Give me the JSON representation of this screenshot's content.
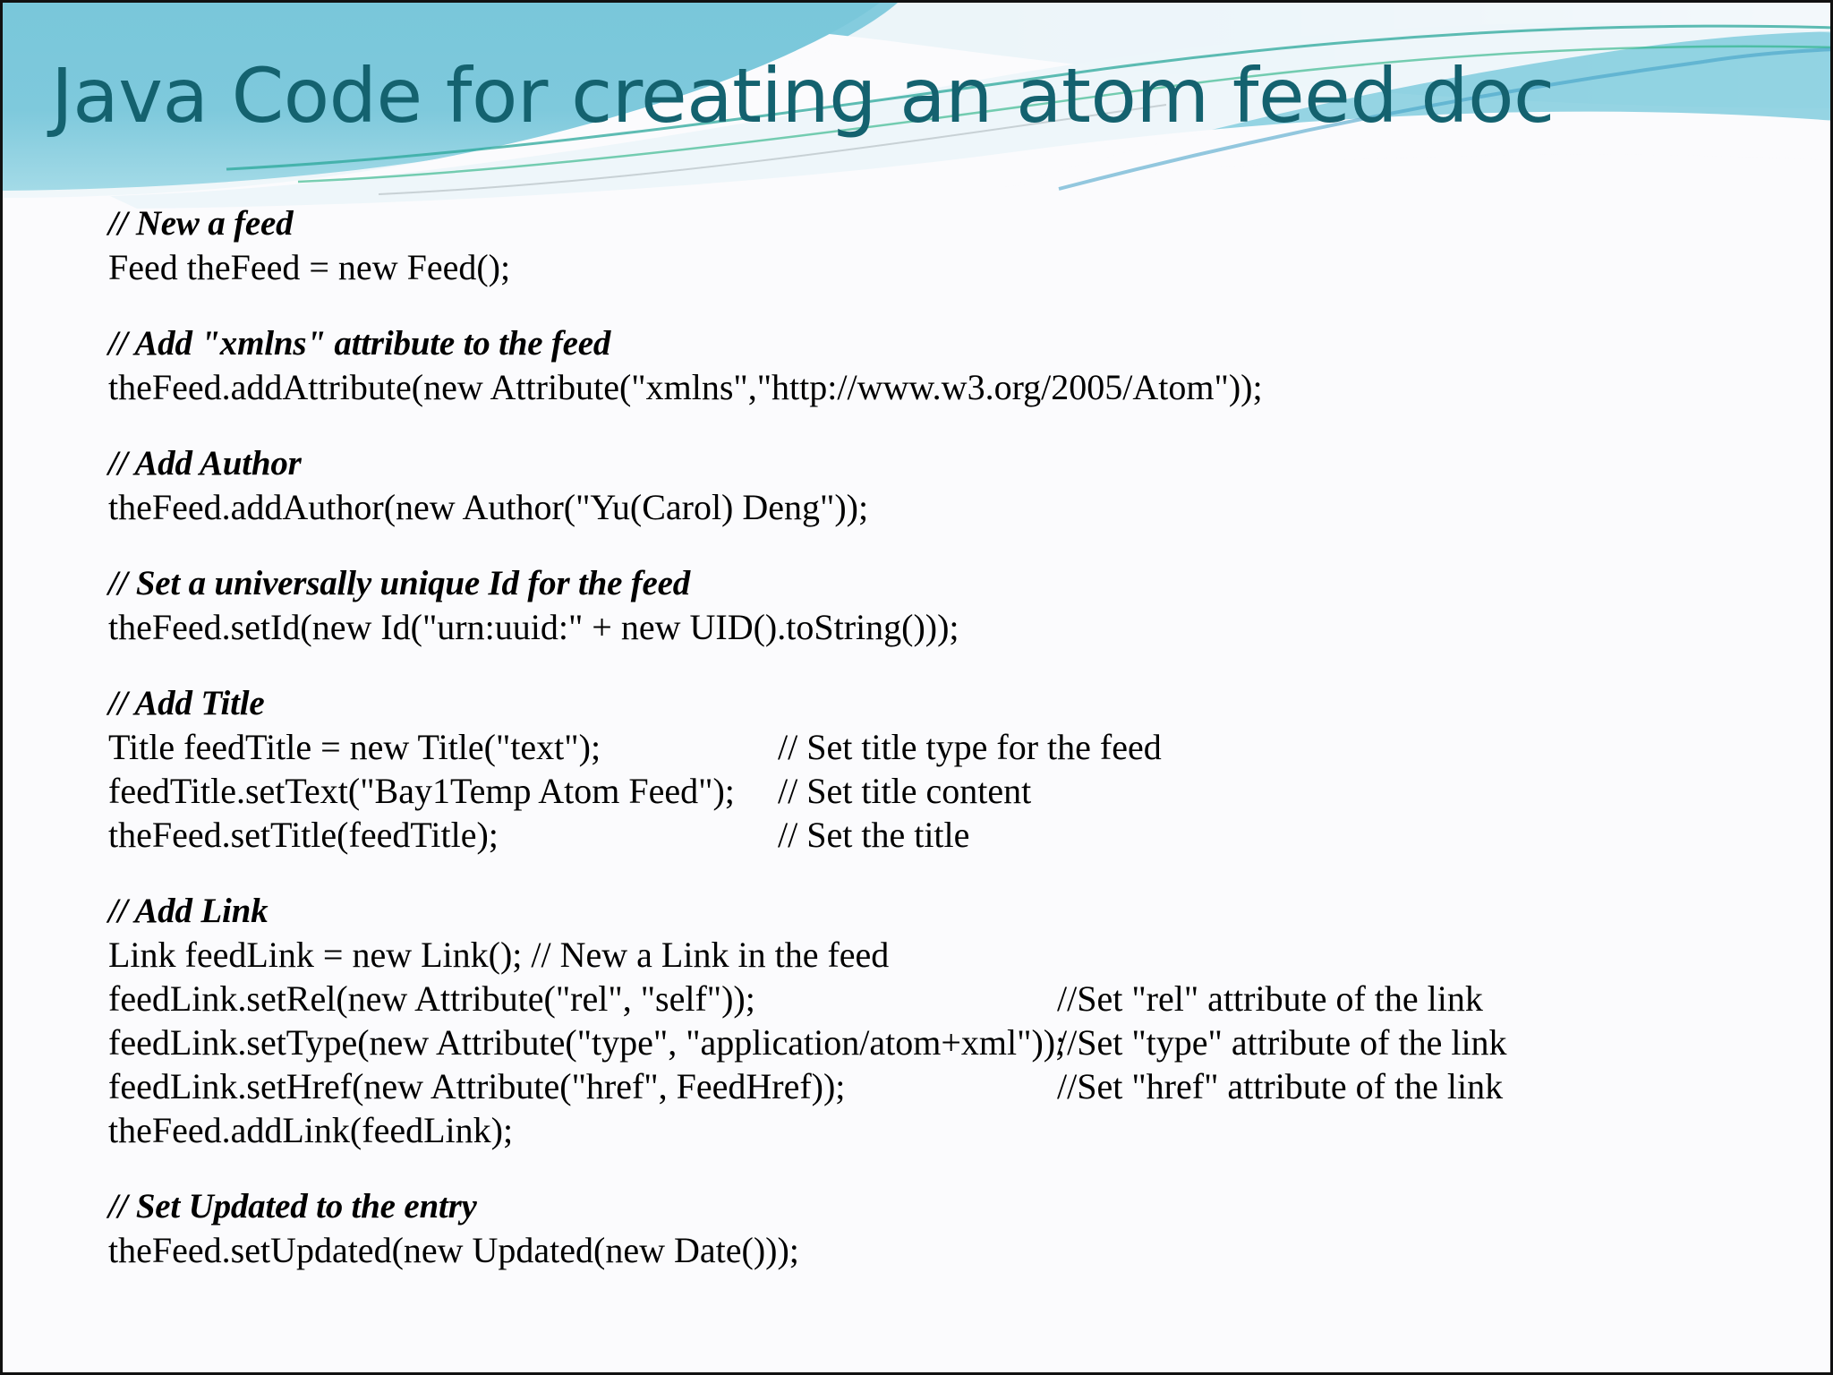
{
  "slide": {
    "title": "Java Code for creating an atom feed doc",
    "title_color": "#14626f",
    "band_color": "#6fc3d8",
    "background_color": "#fbfbfd",
    "border_color": "#111111"
  },
  "code": {
    "blocks": [
      {
        "id": "new-a-feed",
        "comment": "// New a feed",
        "lines": [
          {
            "code": "Feed theFeed = new Feed();",
            "trailing": "",
            "col": ""
          }
        ]
      },
      {
        "id": "add-xmlns-attribute",
        "comment": "// Add \"xmlns\" attribute to the feed",
        "lines": [
          {
            "code": "theFeed.addAttribute(new Attribute(\"xmlns\",\"http://www.w3.org/2005/Atom\"));",
            "trailing": "",
            "col": ""
          }
        ]
      },
      {
        "id": "add-author",
        "comment": "// Add Author",
        "lines": [
          {
            "code": "theFeed.addAuthor(new Author(\"Yu(Carol) Deng\"));",
            "trailing": "",
            "col": ""
          }
        ]
      },
      {
        "id": "set-universally-unique-id",
        "comment": "// Set a universally unique Id for the feed",
        "lines": [
          {
            "code": "theFeed.setId(new Id(\"urn:uuid:\" + new UID().toString()));",
            "trailing": "",
            "col": ""
          }
        ]
      },
      {
        "id": "add-title",
        "comment": "// Add Title",
        "lines": [
          {
            "code": "Title feedTitle = new Title(\"text\");",
            "trailing": "// Set title type for the feed",
            "col": "tc-col1"
          },
          {
            "code": "feedTitle.setText(\"Bay1Temp Atom Feed\");",
            "trailing": "// Set title content",
            "col": "tc-col1"
          },
          {
            "code": "theFeed.setTitle(feedTitle);",
            "trailing": "// Set the title",
            "col": "tc-col1"
          }
        ]
      },
      {
        "id": "add-link",
        "comment": "// Add Link",
        "lines": [
          {
            "code": "Link feedLink = new Link(); // New a Link in the feed",
            "trailing": "",
            "col": ""
          },
          {
            "code": "feedLink.setRel(new Attribute(\"rel\", \"self\"));",
            "trailing": "//Set \"rel\" attribute of the link",
            "col": "tc-col2"
          },
          {
            "code": "feedLink.setType(new Attribute(\"type\", \"application/atom+xml\"));",
            "trailing": "//Set \"type\" attribute of the link",
            "col": "tc-col2"
          },
          {
            "code": "feedLink.setHref(new Attribute(\"href\", FeedHref));",
            "trailing": "//Set \"href\" attribute of the link",
            "col": "tc-col2"
          },
          {
            "code": "theFeed.addLink(feedLink);",
            "trailing": "",
            "col": ""
          }
        ]
      },
      {
        "id": "set-updated-to-entry",
        "comment": "// Set Updated to the entry",
        "lines": [
          {
            "code": "theFeed.setUpdated(new Updated(new Date()));",
            "trailing": "",
            "col": ""
          }
        ]
      }
    ]
  }
}
